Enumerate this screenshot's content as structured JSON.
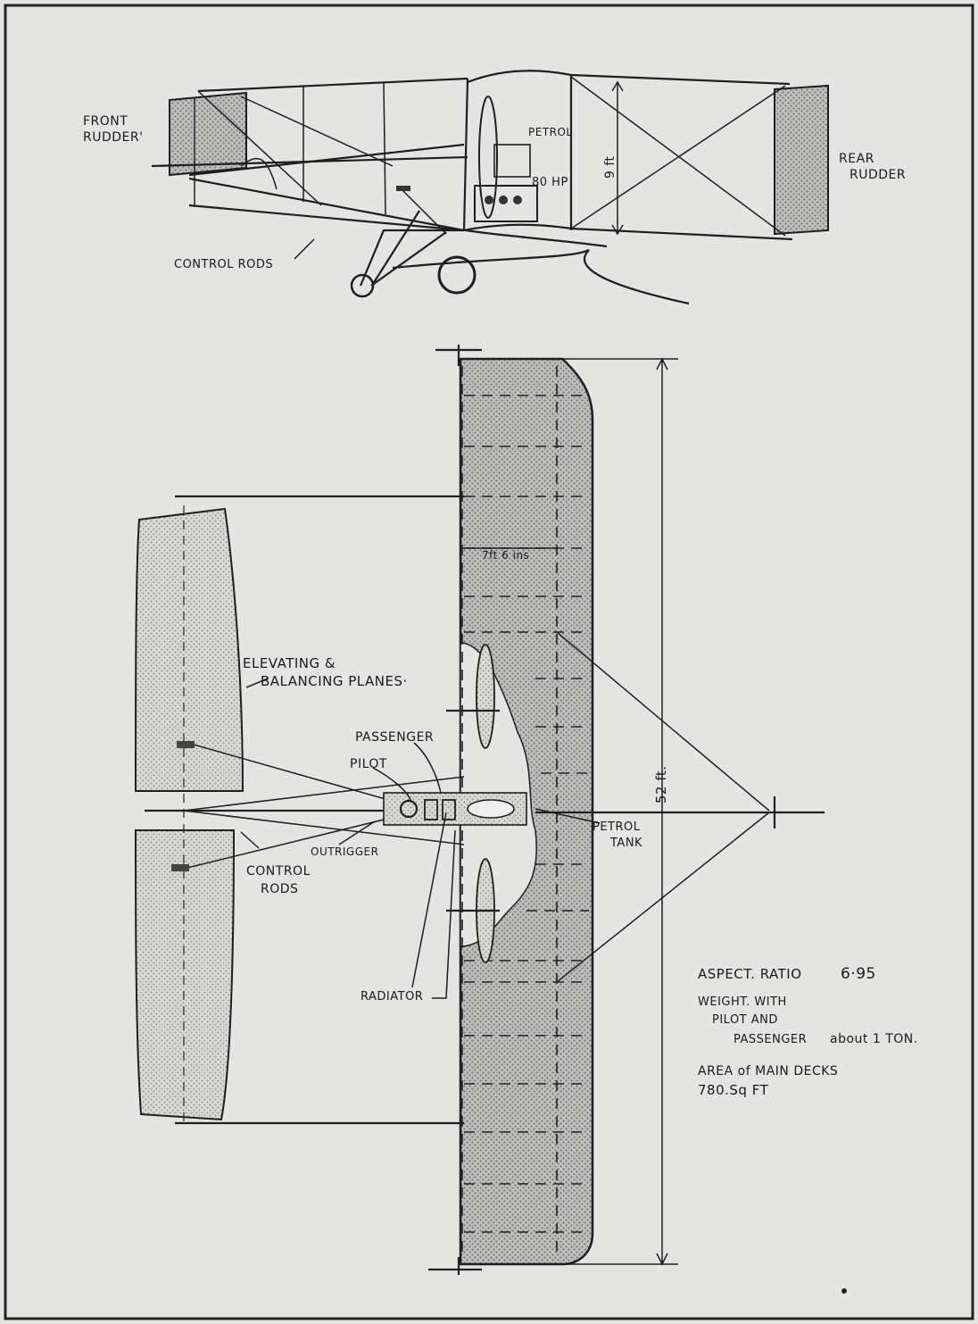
{
  "side_view": {
    "front_rudder": [
      "FRONT",
      "RUDDER'"
    ],
    "petrol": "PETROL",
    "hp": "80 HP",
    "height": "9 ft",
    "rear_rudder": [
      "REAR",
      "RUDDER"
    ],
    "control_rods": "CONTROL RODS"
  },
  "plan_view": {
    "chord": "7ft 6 ins",
    "span": "52 ft.",
    "elevating": [
      "ELEVATING &",
      "BALANCING PLANES·"
    ],
    "passenger": "PASSENGER",
    "pilot": "PILOT",
    "petrol_tank": [
      "PETROL",
      "TANK"
    ],
    "outrigger": "OUTRIGGER",
    "control_rods": [
      "CONTROL",
      "RODS"
    ],
    "radiator": "RADIATOR"
  },
  "specs": {
    "aspect_ratio_label": "ASPECT. RATIO",
    "aspect_ratio_value": "6·95",
    "weight_lines": [
      "WEIGHT. WITH",
      "PILOT AND",
      "PASSENGER"
    ],
    "weight_value": "about 1 TON.",
    "area_lines": [
      "AREA of MAIN DECKS",
      "780.Sq FT"
    ]
  },
  "colors": {
    "paper": "#e4e4e2",
    "ink": "#1e1e1e",
    "main_deck_fill": "#a8a8a6",
    "elevator_fill": "#cfcfcc"
  }
}
